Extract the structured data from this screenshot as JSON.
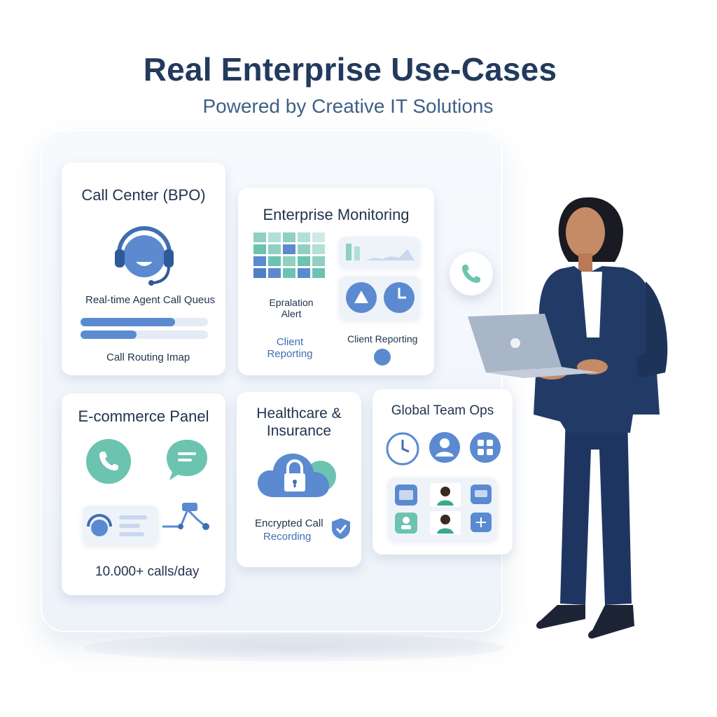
{
  "header": {
    "title": "Real Enterprise Use-Cases",
    "subtitle": "Powered by Creative IT Solutions"
  },
  "cards": {
    "call_center": {
      "title": "Call Center (BPO)",
      "queue_label": "Real-time Agent Call Queus",
      "routing_label": "Call Routing Imap",
      "icon": "headset-icon"
    },
    "monitoring": {
      "title": "Enterprise Monitoring",
      "alert_label_line1": "Epralation",
      "alert_label_line2": "Alert",
      "client_label_line1": "Client",
      "client_label_line2": "Reporting",
      "client_reporting": "Client Reporting"
    },
    "ecommerce": {
      "title": "E-commerce Panel",
      "stat": "10.000+ calls/day"
    },
    "healthcare": {
      "title_line1": "Healthcare &",
      "title_line2": "Insurance",
      "caption_line1": "Encrypted Call",
      "caption_line2": "Recording"
    },
    "global": {
      "title": "Global Team Ops"
    }
  },
  "colors": {
    "navy": "#233a5e",
    "accent_blue": "#5b8ad1",
    "teal": "#6cc3b0",
    "suit": "#223b66"
  }
}
